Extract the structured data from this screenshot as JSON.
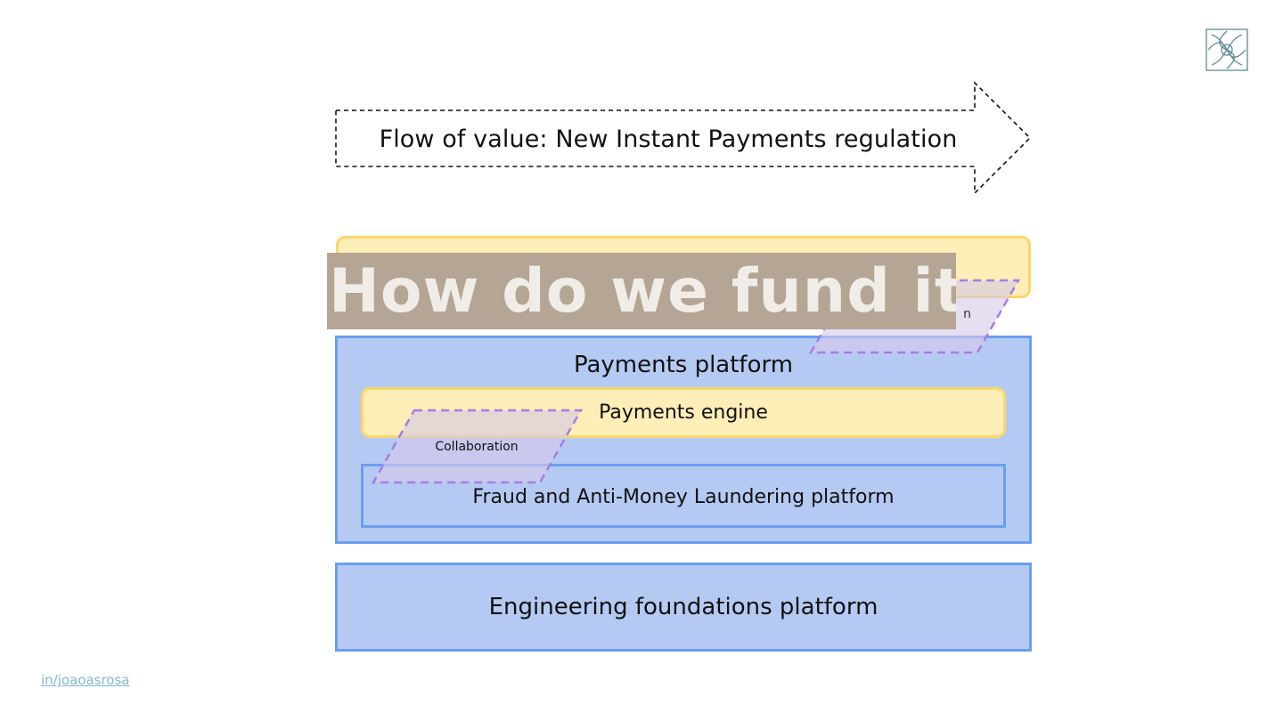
{
  "flow": {
    "label": "Flow of value: New Instant Payments regulation"
  },
  "payments_platform": {
    "title": "Payments platform",
    "engine": "Payments engine",
    "fraud": "Fraud and Anti-Money Laundering platform",
    "collaboration": "Collaboration",
    "top_partial_label": "n"
  },
  "engineering": {
    "title": "Engineering foundations platform"
  },
  "overlay": {
    "heading": "How do we fund it?"
  },
  "footer": {
    "link": "in/joaoasrosa"
  },
  "colors": {
    "platform_fill": "#b5caf2",
    "platform_border": "#6a9ef0",
    "engine_fill": "#fdedb6",
    "engine_border": "#f8d86b",
    "collaboration_border": "#a37ee6",
    "overlay_fill": "#b5a594",
    "link": "#7fb8cf"
  },
  "icons": {
    "logo": "knot-logo-icon"
  }
}
